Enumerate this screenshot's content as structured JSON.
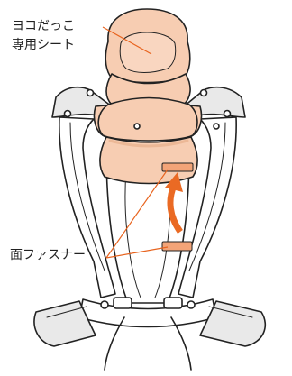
{
  "diagram": {
    "labels": {
      "seat_line1": "ヨコだっこ",
      "seat_line2": "専用シート",
      "velcro": "面ファスナー"
    },
    "colors": {
      "outline": "#222222",
      "seat_fill": "#f7cdb2",
      "seat_shadow": "#ecb896",
      "harness_fill": "#ffffff",
      "harness_gray": "#e9e9e9",
      "velcro_patch": "#f3a478",
      "arrow": "#ea6a24",
      "leader_line": "#e8641f"
    },
    "icons": {
      "arrow": "curved-up-arrow-icon"
    }
  }
}
